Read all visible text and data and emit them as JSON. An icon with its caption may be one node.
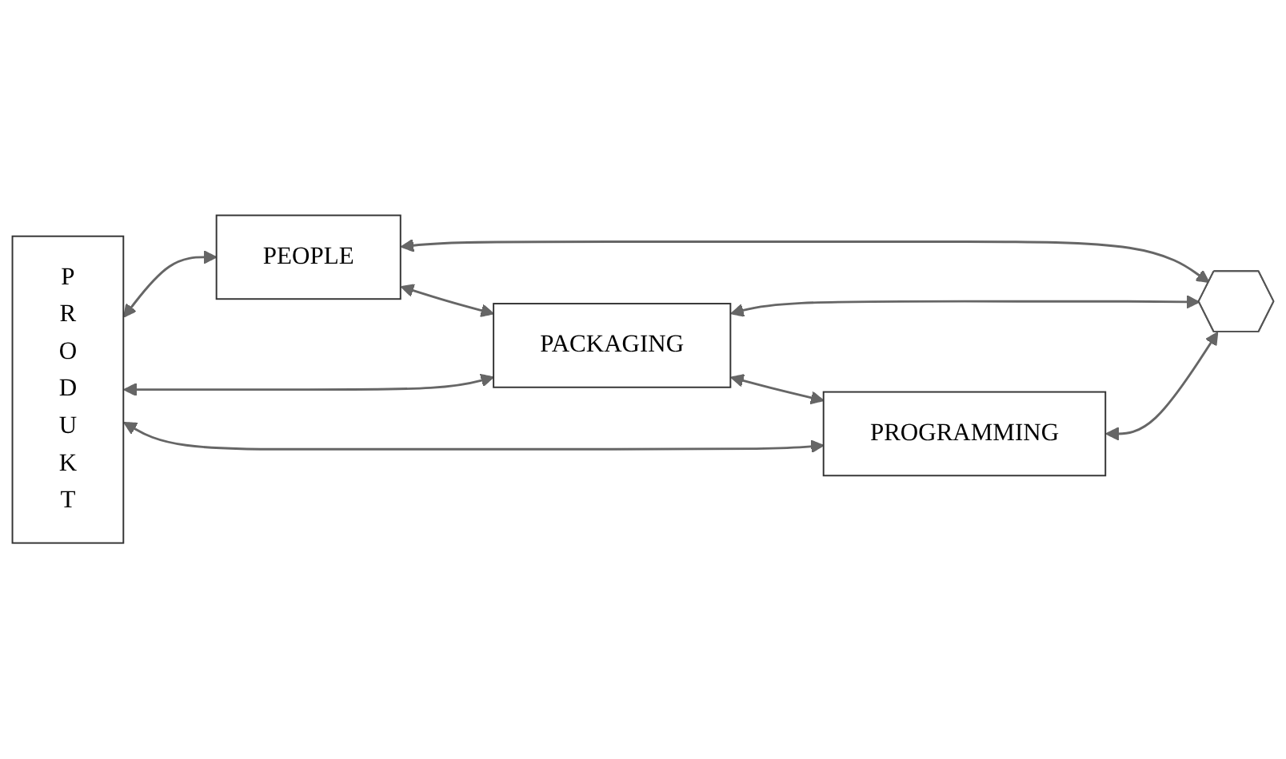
{
  "diagram": {
    "nodes": [
      {
        "text": [
          "P R O D U K T"
        ]
      },
      {
        "text": [
          "PEOPLE"
        ]
      },
      {
        "text": [
          "PACKAGING"
        ]
      },
      {
        "text": [
          "PROGRAMMING"
        ]
      },
      {
        "text": [],
        "shape": "arrow"
      }
    ],
    "edges": [
      {
        "from": 0,
        "to": 1,
        "arrow": "both"
      },
      {
        "from": 1,
        "to": 4,
        "arrow": "both"
      },
      {
        "from": 1,
        "to": 2,
        "arrow": "both"
      },
      {
        "from": 0,
        "to": 2,
        "arrow": "both"
      },
      {
        "from": 2,
        "to": 4,
        "arrow": "both"
      },
      {
        "from": 2,
        "to": 3,
        "arrow": "both"
      },
      {
        "from": 0,
        "to": 3,
        "arrow": "both"
      },
      {
        "from": 3,
        "to": 4,
        "arrow": "both"
      }
    ]
  }
}
